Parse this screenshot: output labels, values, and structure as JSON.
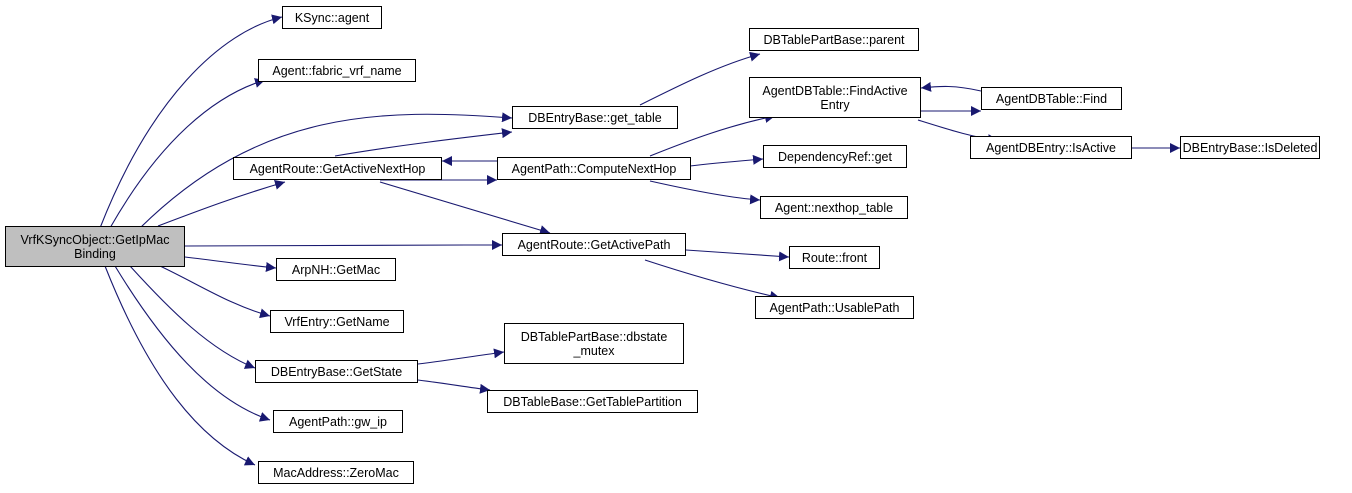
{
  "diagram": {
    "colors": {
      "edge": "#191970",
      "node_border": "#000000",
      "root_fill": "#bfbfbf",
      "node_fill": "#ffffff"
    },
    "nodes": {
      "root": "VrfKSyncObject::GetIpMac\nBinding",
      "ksync_agent": "KSync::agent",
      "fabric_vrf_name": "Agent::fabric_vrf_name",
      "dbentry_get_table": "DBEntryBase::get_table",
      "agentroute_get_active_nexthop": "AgentRoute::GetActiveNextHop",
      "agentroute_get_active_path": "AgentRoute::GetActivePath",
      "arpnh_getmac": "ArpNH::GetMac",
      "vrfentry_getname": "VrfEntry::GetName",
      "dbentry_getstate": "DBEntryBase::GetState",
      "agentpath_gw_ip": "AgentPath::gw_ip",
      "macaddress_zeromac": "MacAddress::ZeroMac",
      "dbtablepartbase_parent": "DBTablePartBase::parent",
      "agentdbtable_findactiveentry": "AgentDBTable::FindActive\nEntry",
      "agentpath_computenexthop": "AgentPath::ComputeNextHop",
      "dependencyref_get": "DependencyRef::get",
      "agent_nexthop_table": "Agent::nexthop_table",
      "route_front": "Route::front",
      "agentpath_usablepath": "AgentPath::UsablePath",
      "dbtablepartbase_dbstate_mutex": "DBTablePartBase::dbstate\n_mutex",
      "dbtablebase_gettablepartition": "DBTableBase::GetTablePartition",
      "agentdbtable_find": "AgentDBTable::Find",
      "agentdbentry_isactive": "AgentDBEntry::IsActive",
      "dbentrybase_isdeleted": "DBEntryBase::IsDeleted"
    }
  }
}
